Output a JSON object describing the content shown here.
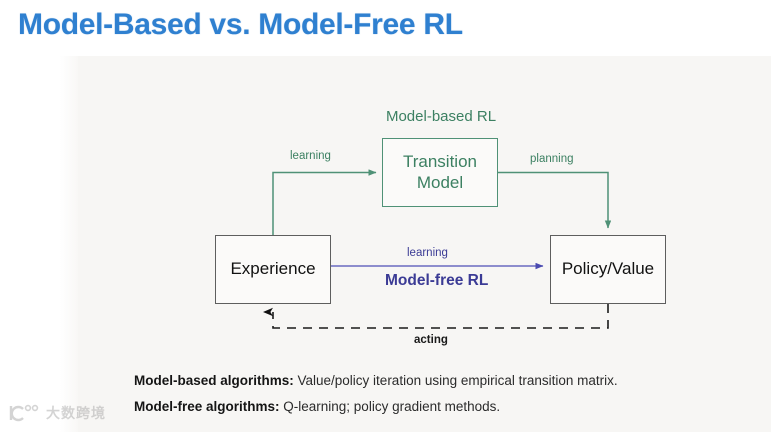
{
  "slide": {
    "title": "Model-Based vs. Model-Free RL"
  },
  "diagram": {
    "nodes": [
      {
        "id": "experience",
        "label": "Experience",
        "style": "dark"
      },
      {
        "id": "transition",
        "label": "Transition\nModel",
        "label_line1": "Transition",
        "label_line2": "Model",
        "style": "green"
      },
      {
        "id": "policy",
        "label": "Policy/Value",
        "style": "dark"
      }
    ],
    "group_label": "Model-based RL",
    "edges": [
      {
        "id": "learning-green",
        "label": "learning",
        "from": "experience",
        "to": "transition",
        "color": "#3c8062",
        "dashed": false
      },
      {
        "id": "planning",
        "label": "planning",
        "from": "transition",
        "to": "policy",
        "color": "#3c8062",
        "dashed": false
      },
      {
        "id": "learning-blue",
        "label": "learning",
        "sublabel": "Model-free RL",
        "from": "experience",
        "to": "policy",
        "color": "#3b3b95",
        "dashed": false
      },
      {
        "id": "acting",
        "label": "acting",
        "from": "policy",
        "to": "experience",
        "color": "#1a1a1a",
        "dashed": true
      }
    ]
  },
  "captions": [
    {
      "term": "Model-based algorithms:",
      "text": " Value/policy iteration using empirical transition matrix."
    },
    {
      "term": "Model-free algorithms:",
      "text": " Q-learning; policy gradient methods."
    }
  ],
  "watermark": {
    "text": "大数跨境",
    "logo": "ic-logo-icon"
  },
  "colors": {
    "title": "#2f80d0",
    "green": "#3c8062",
    "green_border": "#4f9176",
    "blue": "#3b3b95",
    "dark_border": "#5e5e5e",
    "panel_bg": "#f7f6f4"
  }
}
